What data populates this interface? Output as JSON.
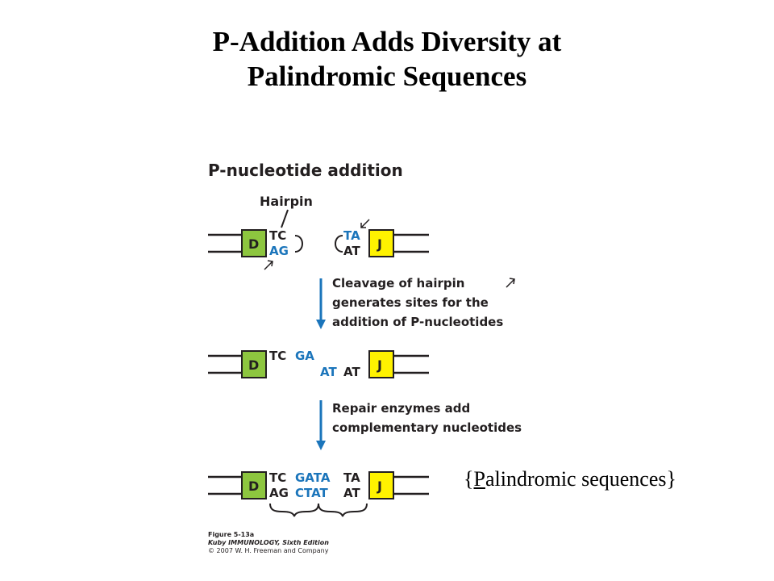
{
  "title": {
    "line1": "P-Addition Adds Diversity at",
    "line2": "Palindromic Sequences"
  },
  "figure": {
    "heading": "P-nucleotide addition",
    "hairpin_label": "Hairpin",
    "segment_d": "D",
    "segment_j": "J",
    "step1_lines": [
      "Cleavage of hairpin",
      "generates sites for the",
      "addition of P-nucleotides"
    ],
    "step2_lines": [
      "Repair enzymes add",
      "complementary nucleotides"
    ],
    "colors": {
      "dna_black": "#231f20",
      "p_nucleotide_blue": "#1b75bb",
      "d_segment": "#8dc63f",
      "j_segment": "#fff200"
    }
  },
  "annotation": {
    "open": "{",
    "p": "P",
    "rest": "alindromic sequences}"
  },
  "credit": {
    "figure_no": "Figure 5-13a",
    "book": "Kuby IMMUNOLOGY, Sixth Edition",
    "copyright": "© 2007 W. H. Freeman and Company"
  }
}
